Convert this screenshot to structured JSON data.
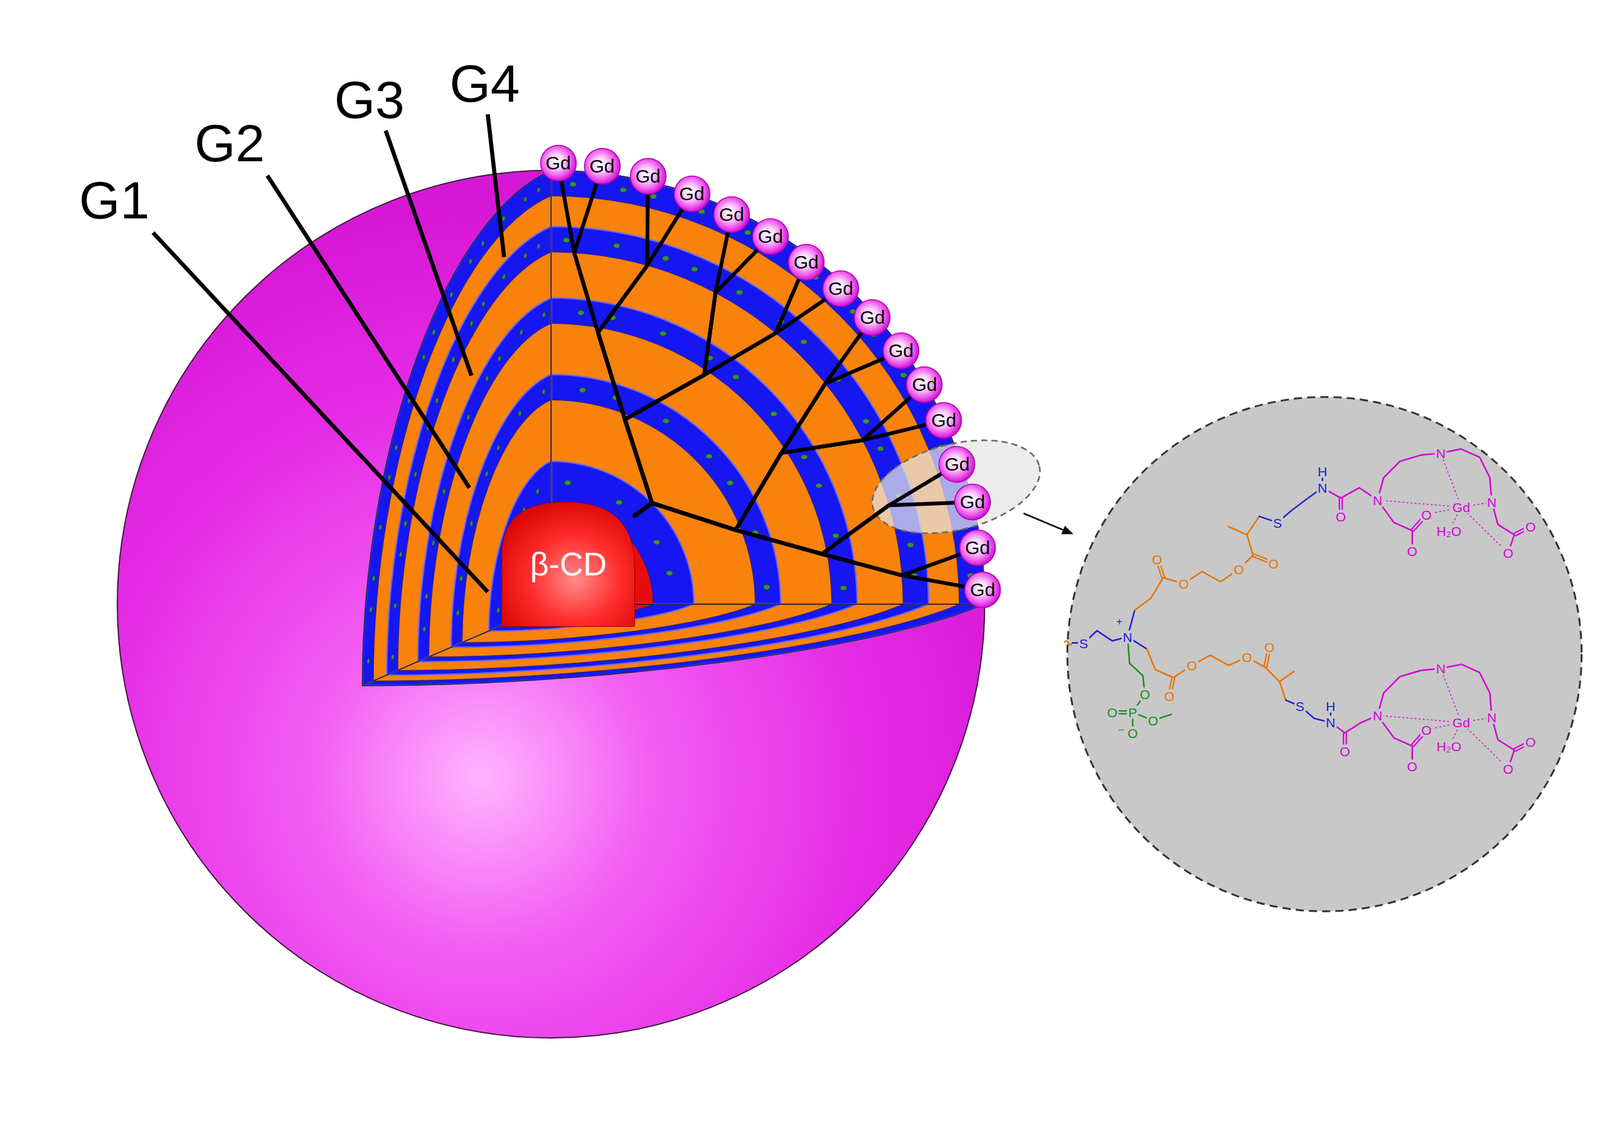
{
  "diagram": {
    "nodes": [
      {
        "text": [
          "β-CD"
        ]
      },
      {
        "text": [
          "Gd"
        ]
      },
      {
        "text": [
          "Gd"
        ]
      },
      {
        "text": [
          "Gd"
        ]
      },
      {
        "text": [
          "Gd"
        ]
      },
      {
        "text": [
          "Gd"
        ]
      },
      {
        "text": [
          "Gd"
        ]
      },
      {
        "text": [
          "Gd"
        ]
      },
      {
        "text": [
          "Gd"
        ]
      },
      {
        "text": [
          "Gd"
        ]
      },
      {
        "text": [
          "Gd"
        ]
      },
      {
        "text": [
          "Gd"
        ]
      },
      {
        "text": [
          "Gd"
        ]
      },
      {
        "text": [
          "Gd"
        ]
      },
      {
        "text": [
          "Gd"
        ]
      },
      {
        "text": [
          "Gd"
        ]
      },
      {
        "text": [
          "Gd"
        ]
      }
    ],
    "edges": [
      {
        "from": 0,
        "to": 1,
        "arrow": "none"
      },
      {
        "from": 0,
        "to": 2,
        "arrow": "none"
      },
      {
        "from": 0,
        "to": 3,
        "arrow": "none"
      },
      {
        "from": 0,
        "to": 4,
        "arrow": "none"
      },
      {
        "from": 0,
        "to": 5,
        "arrow": "none"
      },
      {
        "from": 0,
        "to": 6,
        "arrow": "none"
      },
      {
        "from": 0,
        "to": 7,
        "arrow": "none"
      },
      {
        "from": 0,
        "to": 8,
        "arrow": "none"
      },
      {
        "from": 0,
        "to": 9,
        "arrow": "none"
      },
      {
        "from": 0,
        "to": 10,
        "arrow": "none"
      },
      {
        "from": 0,
        "to": 11,
        "arrow": "none"
      },
      {
        "from": 0,
        "to": 12,
        "arrow": "none"
      },
      {
        "from": 0,
        "to": 13,
        "arrow": "none"
      },
      {
        "from": 0,
        "to": 14,
        "arrow": "none"
      },
      {
        "from": 0,
        "to": 15,
        "arrow": "none"
      },
      {
        "from": 0,
        "to": 16,
        "arrow": "none"
      }
    ],
    "labels": [
      "G1",
      "G2",
      "G3",
      "G4",
      "S",
      "N",
      "+",
      "O",
      "O",
      "O",
      "O",
      "S",
      "H",
      "N",
      "O",
      "N",
      "N",
      "N",
      "Gd",
      "O",
      "O",
      "H₂O",
      "O",
      "O",
      "O",
      "O",
      "O",
      "O",
      "S",
      "H",
      "N",
      "O",
      "N",
      "N",
      "N",
      "Gd",
      "O",
      "O",
      "H₂O",
      "O",
      "O",
      "O",
      "P",
      "O",
      "O",
      "−",
      "O"
    ]
  }
}
